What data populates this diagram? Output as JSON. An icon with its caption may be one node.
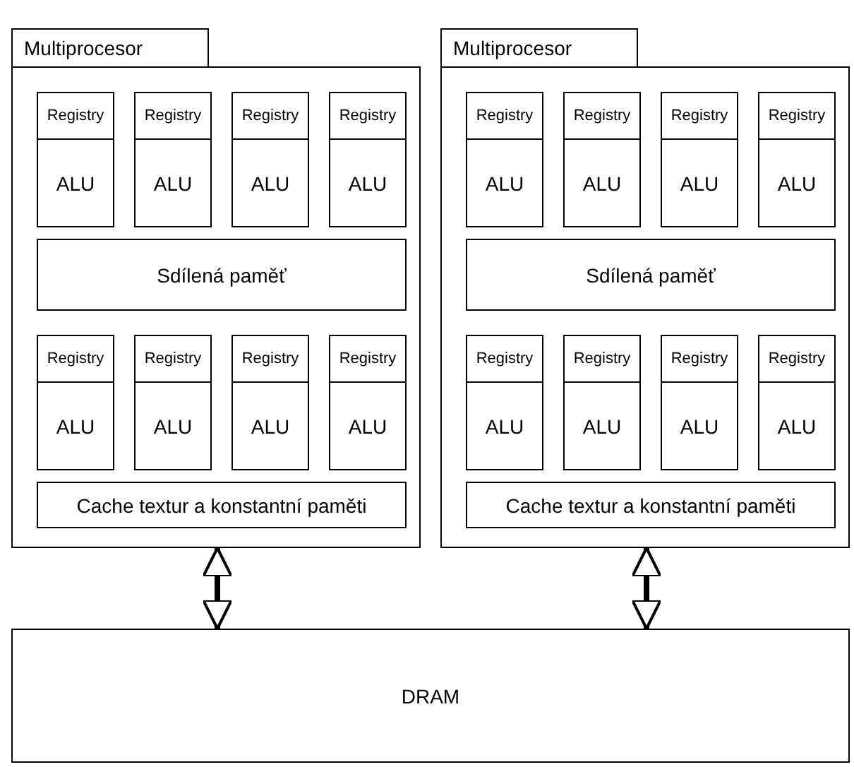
{
  "diagram": {
    "nodes": [
      {
        "text": [
          "Multiprocesor"
        ]
      },
      {
        "text": [
          "Registry",
          "ALU"
        ],
        "in": 0
      },
      {
        "text": [
          "Registry",
          "ALU"
        ],
        "in": 0
      },
      {
        "text": [
          "Registry",
          "ALU"
        ],
        "in": 0
      },
      {
        "text": [
          "Registry",
          "ALU"
        ],
        "in": 0
      },
      {
        "text": [
          "Sdílená paměť"
        ],
        "in": 0
      },
      {
        "text": [
          "Registry",
          "ALU"
        ],
        "in": 0
      },
      {
        "text": [
          "Registry",
          "ALU"
        ],
        "in": 0
      },
      {
        "text": [
          "Registry",
          "ALU"
        ],
        "in": 0
      },
      {
        "text": [
          "Registry",
          "ALU"
        ],
        "in": 0
      },
      {
        "text": [
          "Cache textur a konstantní paměti"
        ],
        "in": 0
      },
      {
        "text": [
          "Multiprocesor"
        ]
      },
      {
        "text": [
          "Registry",
          "ALU"
        ],
        "in": 11
      },
      {
        "text": [
          "Registry",
          "ALU"
        ],
        "in": 11
      },
      {
        "text": [
          "Registry",
          "ALU"
        ],
        "in": 11
      },
      {
        "text": [
          "Registry",
          "ALU"
        ],
        "in": 11
      },
      {
        "text": [
          "Sdílená paměť"
        ],
        "in": 11
      },
      {
        "text": [
          "Registry",
          "ALU"
        ],
        "in": 11
      },
      {
        "text": [
          "Registry",
          "ALU"
        ],
        "in": 11
      },
      {
        "text": [
          "Registry",
          "ALU"
        ],
        "in": 11
      },
      {
        "text": [
          "Registry",
          "ALU"
        ],
        "in": 11
      },
      {
        "text": [
          "Cache textur a konstantní paměti"
        ],
        "in": 11
      },
      {
        "text": [
          "DRAM"
        ]
      }
    ],
    "edges": [
      {
        "from": 0,
        "to": 22,
        "arrow": "both"
      },
      {
        "from": 11,
        "to": 22,
        "arrow": "both"
      }
    ]
  }
}
